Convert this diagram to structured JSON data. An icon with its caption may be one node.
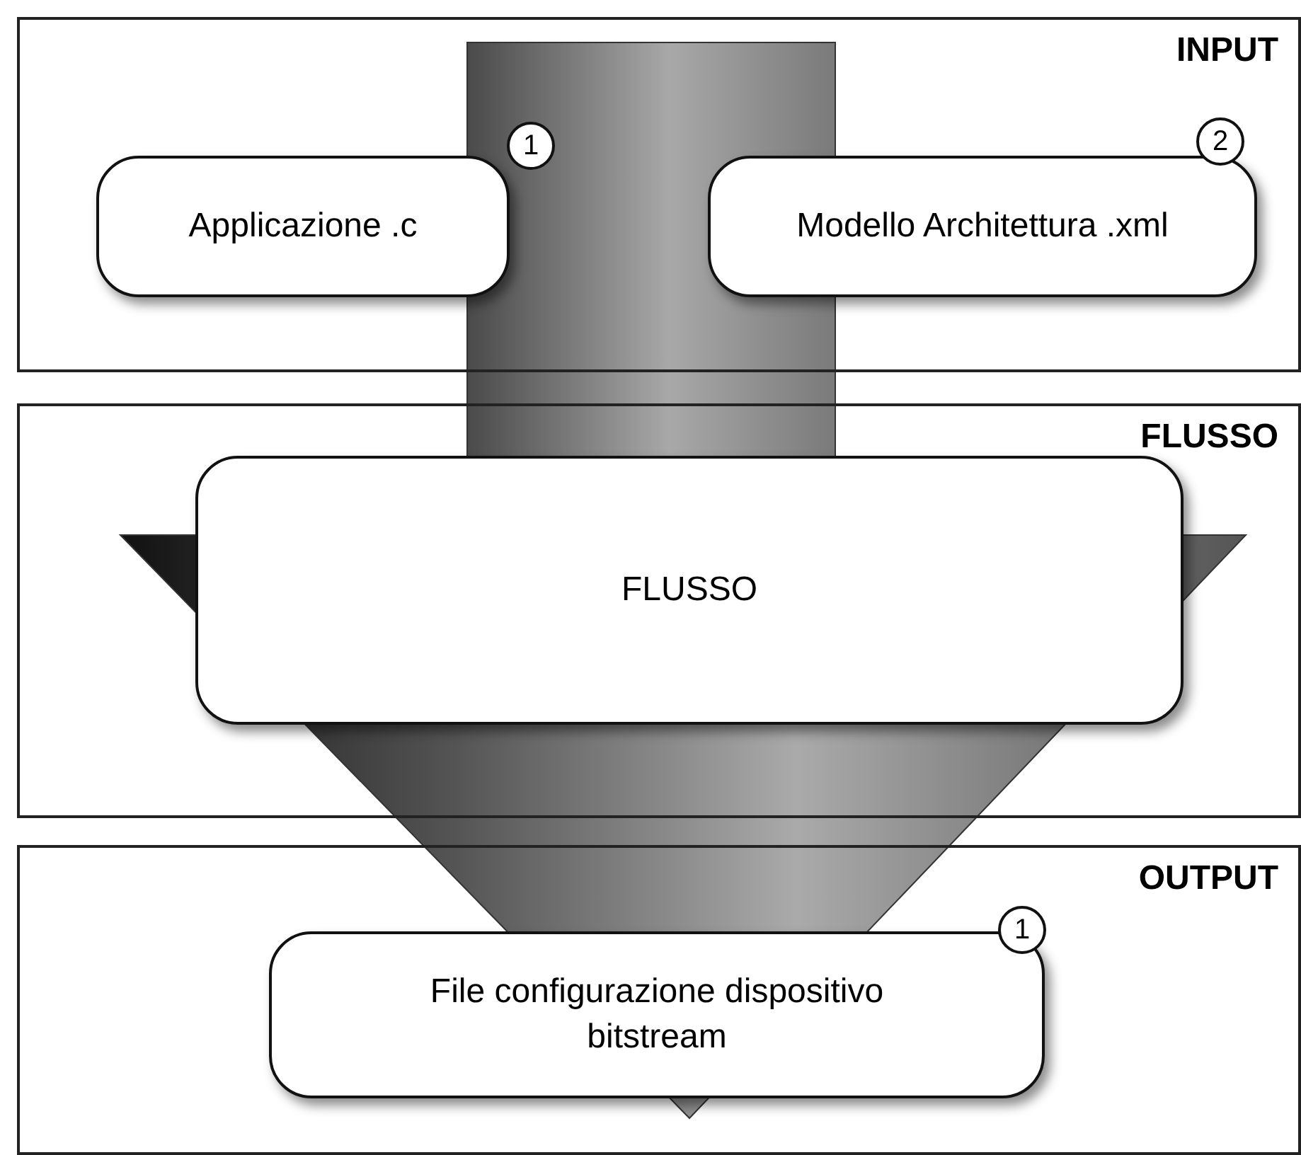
{
  "diagram": {
    "nodes": [
      {
        "text": [
          "INPUT"
        ]
      },
      {
        "text": [
          "Applicazione .c"
        ],
        "in": 0
      },
      {
        "text": [
          "1"
        ],
        "in": 0
      },
      {
        "text": [
          "Modello Architettura .xml"
        ],
        "in": 0
      },
      {
        "text": [
          "2"
        ],
        "in": 0
      },
      {
        "text": [
          "FLUSSO"
        ]
      },
      {
        "text": [
          "FLUSSO"
        ],
        "in": 5
      },
      {
        "text": [
          "OUTPUT"
        ]
      },
      {
        "text": [
          "File configurazione dispositivo bitstream"
        ],
        "in": 7
      },
      {
        "text": [
          "1"
        ],
        "in": 7
      }
    ]
  }
}
